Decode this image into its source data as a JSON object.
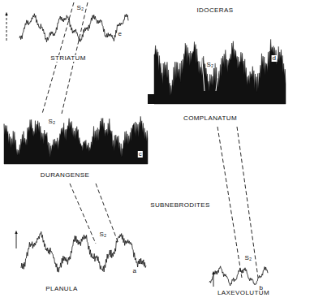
{
  "diagram": {
    "labels": [
      "IDOCERAS",
      "S₂",
      "e",
      "STRIATUM",
      "S₂",
      "d",
      "COMPLANATUM",
      "S₂",
      "c",
      "DURANGENSE",
      "SUBNEBRODITES",
      "S₂",
      "a",
      "PLANULA",
      "S₂",
      "b",
      "LAXEVOLUTUM"
    ]
  }
}
